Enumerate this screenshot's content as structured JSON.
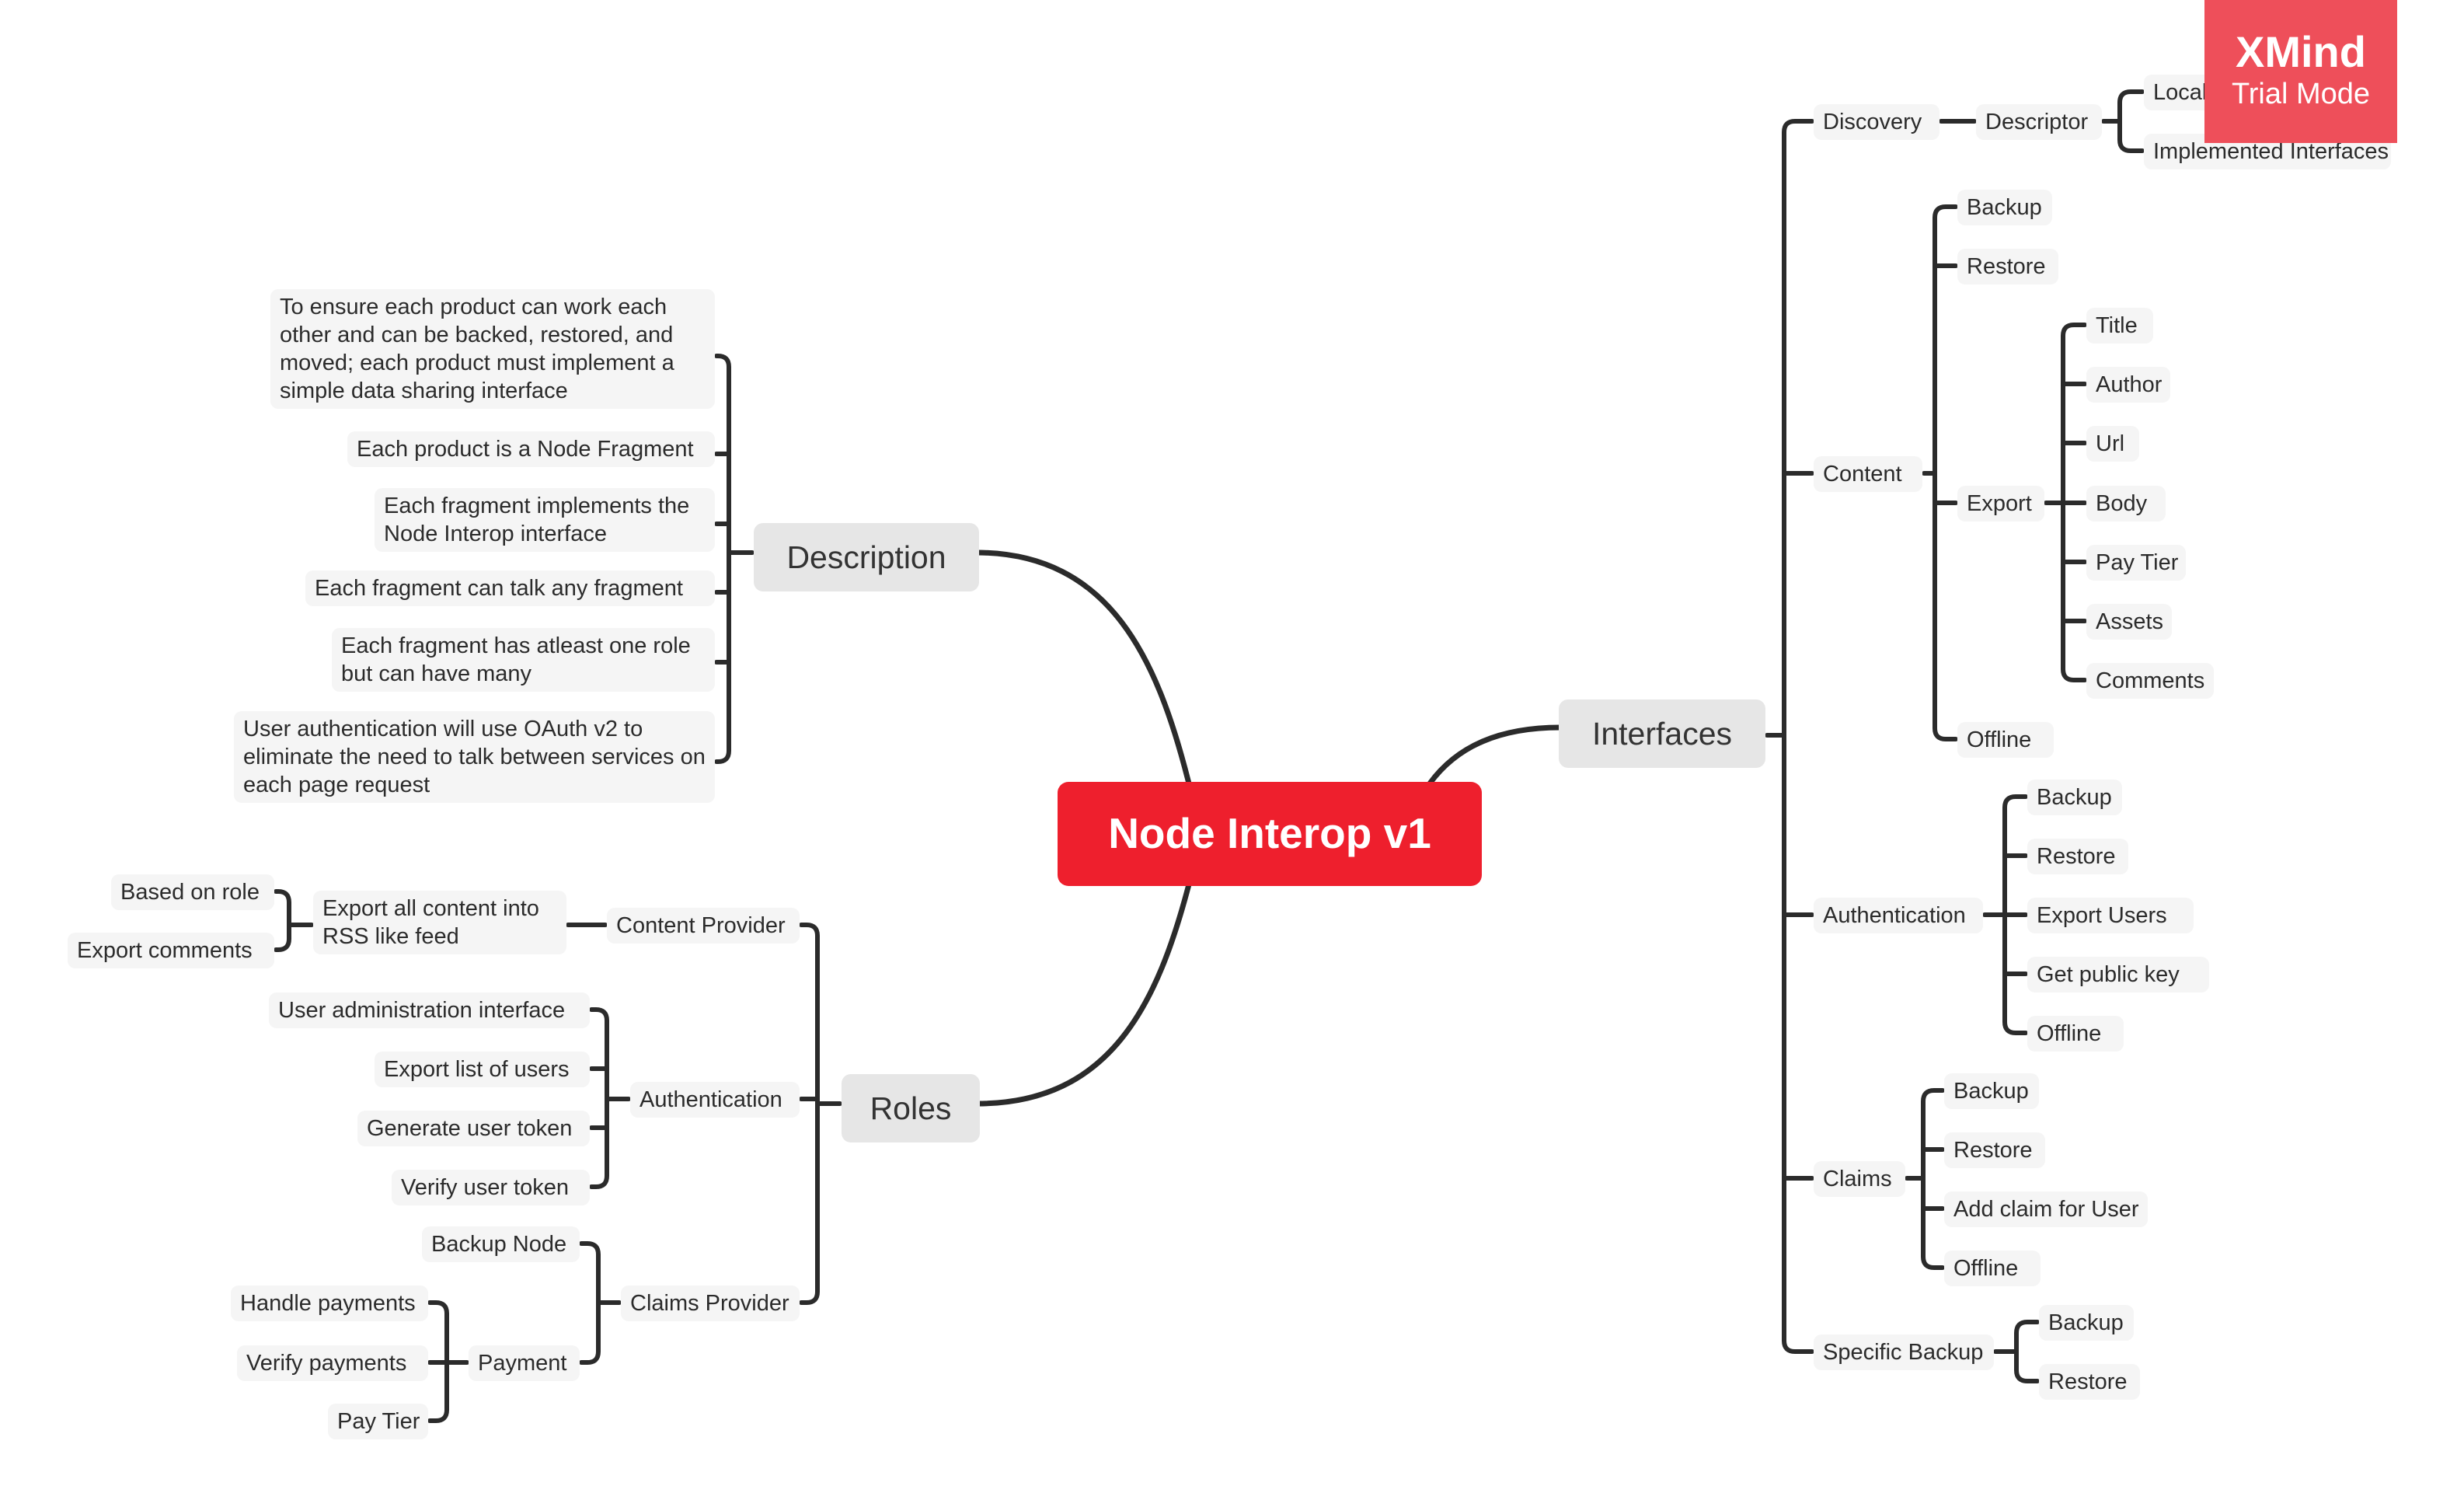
{
  "root": "Node Interop v1",
  "watermark": {
    "brand": "XMind",
    "mode": "Trial Mode"
  },
  "colors": {
    "accent": "#ee1f2d",
    "line": "#2b2b2b",
    "node_bg": "#f5f5f5",
    "main_bg": "#e6e6e6",
    "badge": "#ee4f5a"
  },
  "description": {
    "title": "Description",
    "items": [
      "To ensure each product can work each other and can be backed, restored, and moved; each product must implement a simple data sharing interface",
      "Each product is a Node Fragment",
      "Each fragment implements the Node Interop interface",
      "Each fragment can talk any fragment",
      "Each fragment has atleast one role but can have many",
      "User authentication will use OAuth v2 to eliminate the need to talk between services on each page request"
    ]
  },
  "roles": {
    "title": "Roles",
    "content_provider": {
      "label": "Content Provider",
      "export": "Export all content into RSS like feed",
      "export_items": [
        "Based on role",
        "Export comments"
      ]
    },
    "authentication": {
      "label": "Authentication",
      "items": [
        "User administration interface",
        "Export list of users",
        "Generate user token",
        "Verify user token"
      ]
    },
    "claims_provider": {
      "label": "Claims Provider",
      "backup": "Backup Node",
      "payment": "Payment",
      "payment_items": [
        "Handle payments",
        "Verify payments",
        "Pay Tier"
      ]
    }
  },
  "interfaces": {
    "title": "Interfaces",
    "discovery": {
      "label": "Discovery",
      "descriptor": "Descriptor",
      "descriptor_items": [
        "Local IP Path",
        "Implemented Interfaces"
      ]
    },
    "content": {
      "label": "Content",
      "backup": "Backup",
      "restore": "Restore",
      "export": "Export",
      "export_items": [
        "Title",
        "Author",
        "Url",
        "Body",
        "Pay Tier",
        "Assets",
        "Comments"
      ],
      "offline": "Offline"
    },
    "authentication": {
      "label": "Authentication",
      "items": [
        "Backup",
        "Restore",
        "Export Users",
        "Get public key",
        "Offline"
      ]
    },
    "claims": {
      "label": "Claims",
      "items": [
        "Backup",
        "Restore",
        "Add claim for User",
        "Offline"
      ]
    },
    "specific_backup": {
      "label": "Specific Backup",
      "items": [
        "Backup",
        "Restore"
      ]
    }
  }
}
